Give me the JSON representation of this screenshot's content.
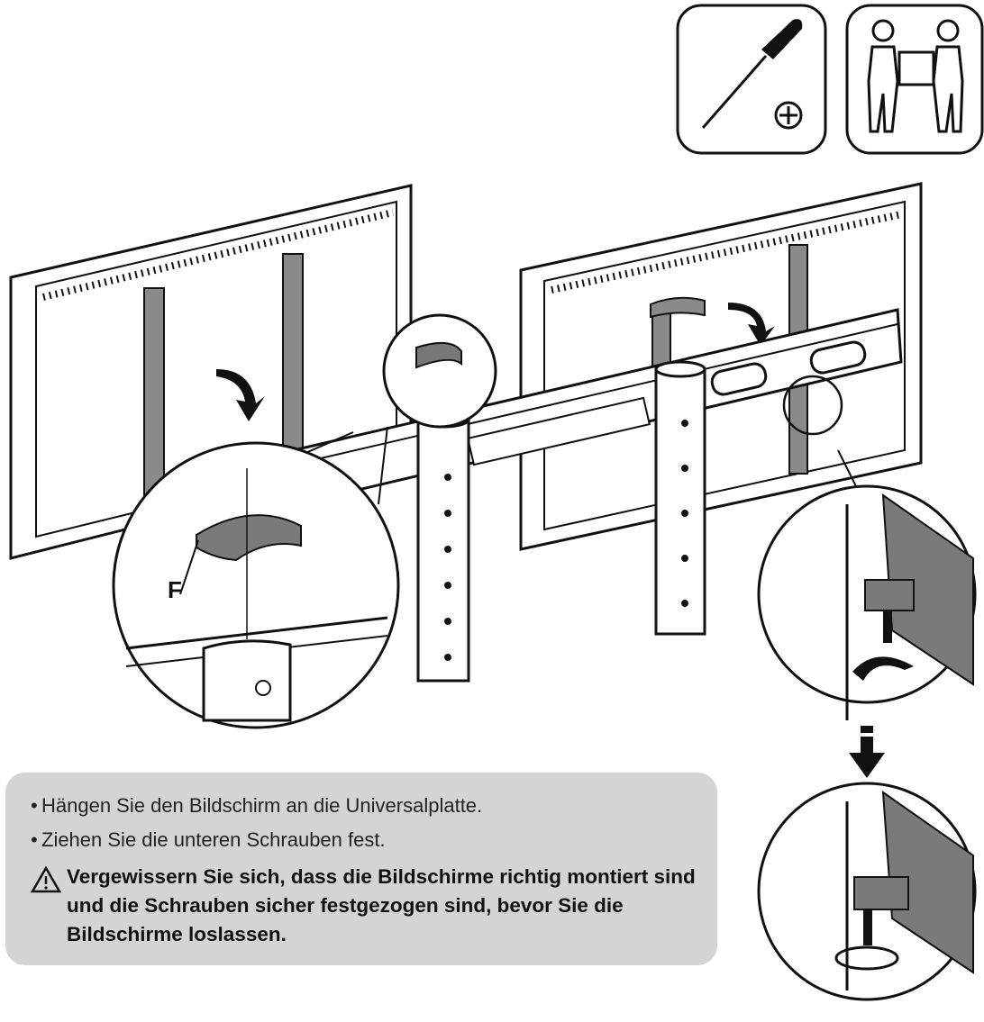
{
  "step_label": {
    "letter": "F"
  },
  "instructions": {
    "bullets": [
      "Hängen Sie den Bildschirm an die Universalplatte.",
      "Ziehen Sie die unteren Schrauben fest."
    ],
    "warning": "Vergewissern Sie sich, dass die Bildschirme richtig montiert sind und die Schrauben sicher festgezogen sind, bevor Sie die Bildschirme loslassen."
  },
  "icons": {
    "tool": "phillips-screwdriver-icon",
    "people": "two-person-lift-icon",
    "warning": "warning-triangle-icon"
  },
  "colors": {
    "panel": "#d4d4d4",
    "line": "#111111",
    "part": "#808080"
  }
}
